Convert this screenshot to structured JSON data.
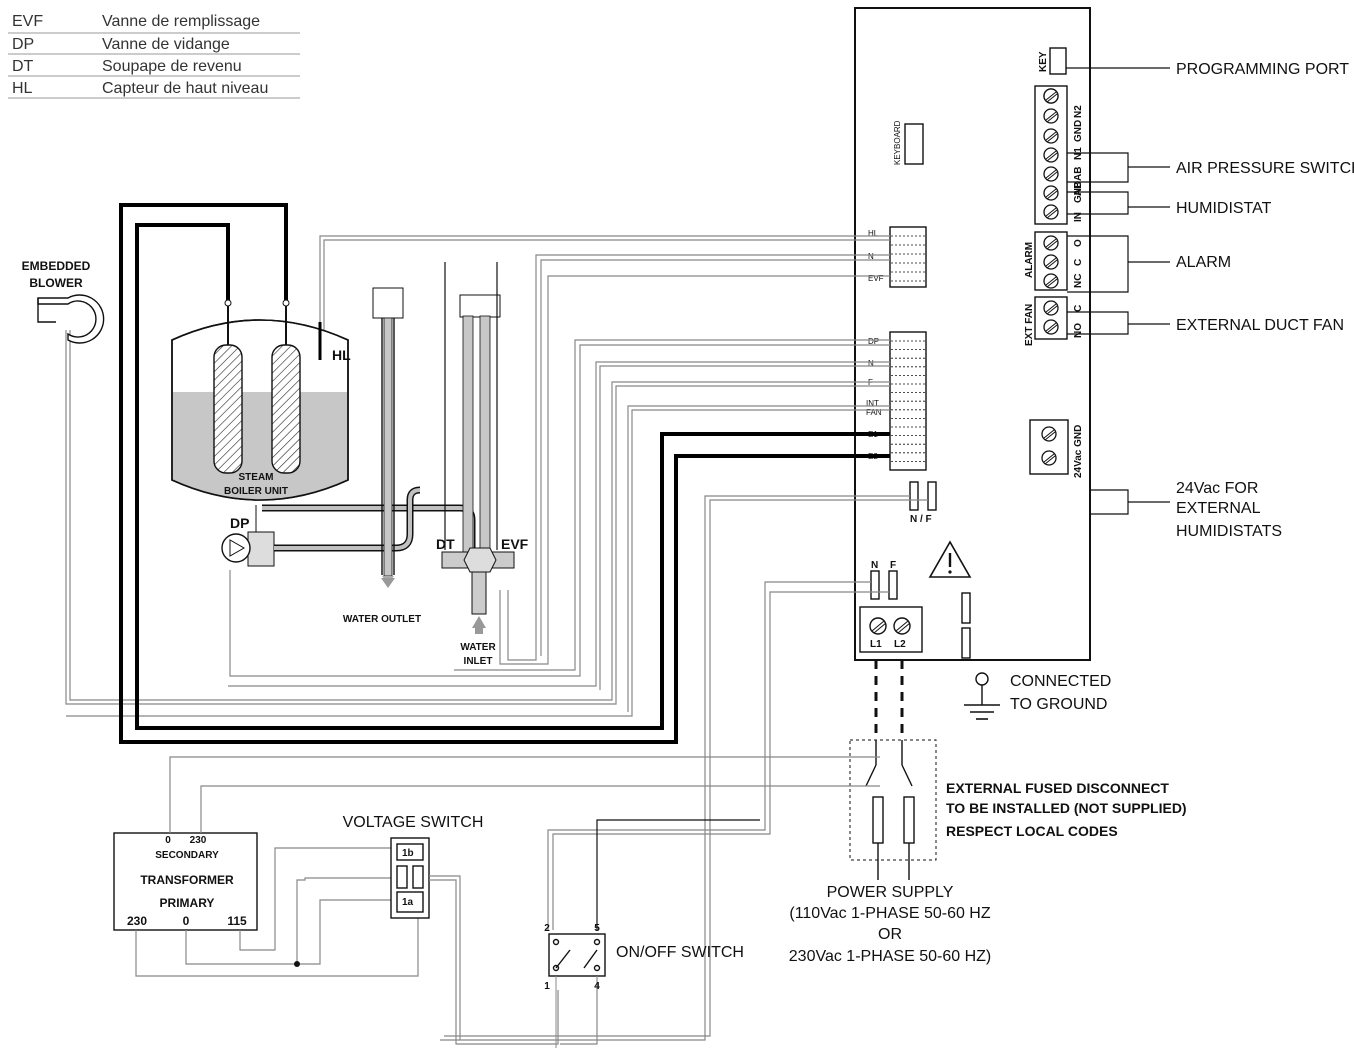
{
  "legend": [
    {
      "code": "EVF",
      "desc": "Vanne de remplissage"
    },
    {
      "code": "DP",
      "desc": "Vanne de vidange"
    },
    {
      "code": "DT",
      "desc": "Soupape de revenu"
    },
    {
      "code": "HL",
      "desc": "Capteur de haut niveau"
    }
  ],
  "components": {
    "blower": [
      "EMBEDDED",
      "BLOWER"
    ],
    "boiler": [
      "STEAM",
      "BOILER UNIT"
    ],
    "hl": "HL",
    "dp": "DP",
    "dt": "DT",
    "evf": "EVF",
    "water_outlet": "WATER OUTLET",
    "water_inlet": [
      "WATER",
      "INLET"
    ],
    "voltage_switch": "VOLTAGE SWITCH",
    "vs_1b": "1b",
    "vs_1a": "1a",
    "onoff_switch": "ON/OFF SWITCH",
    "onoff_terms": [
      "2",
      "5",
      "1",
      "4"
    ],
    "transformer": {
      "sec_0": "0",
      "sec_230": "230",
      "secondary": "SECONDARY",
      "name": "TRANSFORMER",
      "primary": "PRIMARY",
      "pri_230": "230",
      "pri_0": "0",
      "pri_115": "115"
    }
  },
  "board": {
    "key": "KEY",
    "keyboard": "KEYBOARD",
    "terminal_top": [
      "N2",
      "GND",
      "N1",
      "AB",
      "AB",
      "GND",
      "IN"
    ],
    "alarm": "ALARM",
    "alarm_terms": [
      "O",
      "C",
      "NC"
    ],
    "ext_fan": "EXT FAN",
    "fan_terms": [
      "C",
      "NO"
    ],
    "upper_conn": [
      "HL",
      "N",
      "EVF"
    ],
    "lower_conn": [
      "DP",
      "N",
      "F",
      "INT",
      "FAN",
      "E1",
      "E2"
    ],
    "nf_mid": "N / F",
    "nf_low": [
      "N",
      "F"
    ],
    "l1": "L1",
    "l2": "L2",
    "power_24": "24Vac GND"
  },
  "callouts": {
    "programming_port": "PROGRAMMING PORT",
    "air_pressure": "AIR PRESSURE SWITCH",
    "humidistat": "HUMIDISTAT",
    "alarm": "ALARM",
    "ext_duct_fan": "EXTERNAL DUCT FAN",
    "ext_humidistats": [
      "24Vac FOR",
      "EXTERNAL",
      "HUMIDISTATS"
    ],
    "ground": [
      "CONNECTED",
      "TO GROUND"
    ],
    "disconnect": [
      "EXTERNAL FUSED DISCONNECT",
      "TO BE INSTALLED  (NOT SUPPLIED)",
      "RESPECT LOCAL  CODES"
    ],
    "power_supply": [
      "POWER SUPPLY",
      "(110Vac 1-PHASE 50-60 HZ",
      "OR",
      "230Vac 1-PHASE 50-60 HZ)"
    ]
  }
}
